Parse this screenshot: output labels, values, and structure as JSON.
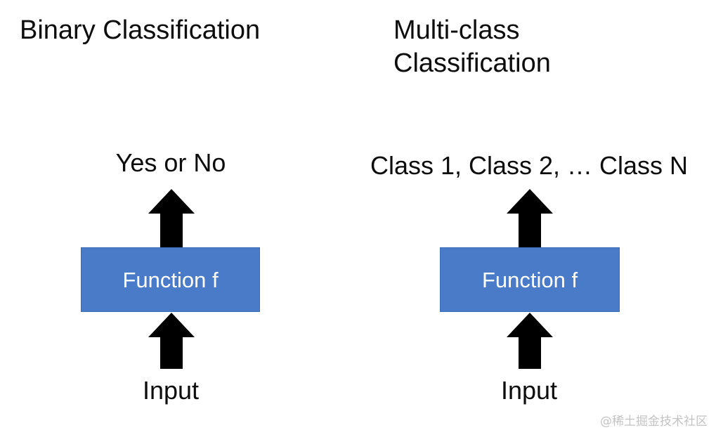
{
  "diagram": {
    "background_color": "#ffffff",
    "box_fill_color": "#4a7bc8",
    "box_border_color": "#3c6cb5",
    "box_text_color": "#ffffff",
    "arrow_color": "#000000",
    "text_color": "#0d0d0d"
  },
  "panels": [
    {
      "id": "binary",
      "title": "Binary Classification",
      "output_label": "Yes or No",
      "box_label": "Function f",
      "input_label": "Input"
    },
    {
      "id": "multiclass",
      "title": "Multi-class\nClassification",
      "output_label": "Class 1, Class 2, … Class N",
      "box_label": "Function f",
      "input_label": "Input"
    }
  ],
  "watermark": {
    "text": "@稀土掘金技术社区",
    "color": "#c3c3c3"
  },
  "icons": {
    "arrow_up": "up-arrow-icon"
  }
}
